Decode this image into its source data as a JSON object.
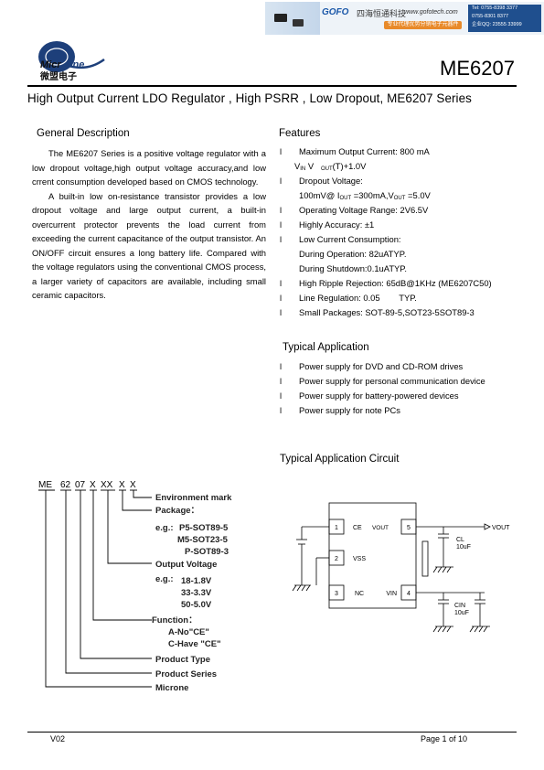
{
  "banner": {
    "brand": "GOFO",
    "company_cn": "四海恒通科技",
    "url": "www.gofotech.com",
    "tagline": "专业代理优势分销电子元器件",
    "contact": [
      "Tel: 0755-8398 3377",
      "0755-8301 8377",
      "企业QQ: 23555 33999"
    ]
  },
  "logo": {
    "name": "MicrOne",
    "cn": "微盟电子"
  },
  "part_number": "ME6207",
  "title": "High Output Current LDO Regulator , High PSRR , Low Dropout, ME6207 Series",
  "general_description": {
    "heading": "General Description",
    "paragraphs": [
      "The ME6207 Series is a positive voltage regulator with a low dropout voltage,high output voltage accuracy,and low crrent consumption developed based on CMOS technology.",
      "A built-in low on-resistance transistor provides a low dropout voltage and large output current, a built-in overcurrent protector prevents the load current from exceeding the current capacitance of the output transistor.   An ON/OFF circuit ensures a long battery life. Compared with the voltage regulators using   the conventional CMOS process, a larger variety of capacitors are available, including small ceramic capacitors."
    ]
  },
  "features": {
    "heading": "Features",
    "bullet": "l",
    "items": [
      {
        "bullet": true,
        "text": "Maximum Output Current: 800 mA"
      },
      {
        "bullet": false,
        "text": "V_IN V  OUT(T)+1.0V",
        "indent": 0
      },
      {
        "bullet": true,
        "text": "Dropout Voltage:"
      },
      {
        "bullet": false,
        "text": "100mV@ IOUT =300mA,VOUT =5.0V"
      },
      {
        "bullet": true,
        "text": "Operating Voltage Range: 2V6.5V"
      },
      {
        "bullet": true,
        "text": "Highly Accuracy: ±1"
      },
      {
        "bullet": true,
        "text": "Low Current Consumption:"
      },
      {
        "bullet": false,
        "text": "During Operation: 82uATYP."
      },
      {
        "bullet": false,
        "text": "During Shutdown:0.1uATYP."
      },
      {
        "bullet": true,
        "text": "High Ripple Rejection: 65dB@1KHz (ME6207C50)"
      },
      {
        "bullet": true,
        "text": "Line Regulation: 0.05        TYP."
      },
      {
        "bullet": true,
        "text": "Small Packages: SOT-89-5,SOT23-5SOT89-3"
      }
    ],
    "vin_line": {
      "v1": "V",
      "sub1": "IN",
      "v2": "V",
      "sub2": "OUT",
      "rest": "(T)+1.0V"
    },
    "dropout_line": {
      "a": "100mV@ I",
      "sub1": "OUT",
      "b": " =300mA,V",
      "sub2": "OUT",
      "c": " =5.0V"
    }
  },
  "typical_application": {
    "heading": "Typical Application",
    "items": [
      "Power supply for DVD and CD-ROM drives",
      "Power supply for personal communication device",
      "Power supply for battery-powered devices",
      "Power supply for note PCs"
    ]
  },
  "ordering": {
    "code": [
      "ME",
      "62",
      "07",
      "X",
      "XX",
      "X",
      "X"
    ],
    "labels": {
      "env": "Environment mark",
      "package": "Package：",
      "pkg_eg": "e.g.:",
      "pkg_opts": [
        "P5-SOT89-5",
        "M5-SOT23-5",
        "P-SOT89-3"
      ],
      "vout": "Output Voltage",
      "vout_eg": "e.g.:",
      "vout_opts": [
        "18-1.8V",
        "33-3.3V",
        "50-5.0V"
      ],
      "function": "Function：",
      "func_opts": [
        "A-No\"CE\"",
        "C-Have \"CE\""
      ],
      "type": "Product Type",
      "series": "Product Series",
      "brand": "Microne"
    }
  },
  "circuit": {
    "heading": "Typical Application Circuit",
    "pins": {
      "p1": "1",
      "p2": "2",
      "p3": "3",
      "p4": "4",
      "p5": "5"
    },
    "pin_names": {
      "ce": "CE",
      "vss": "VSS",
      "nc": "NC",
      "vout": "VOUT",
      "vin": "VIN"
    },
    "cl": "CL",
    "cl_val": "10uF",
    "cin": "CIN",
    "cin_val": "10uF",
    "out_label": "VOUT"
  },
  "footer": {
    "version": "V02",
    "page": "Page 1 of 10"
  }
}
